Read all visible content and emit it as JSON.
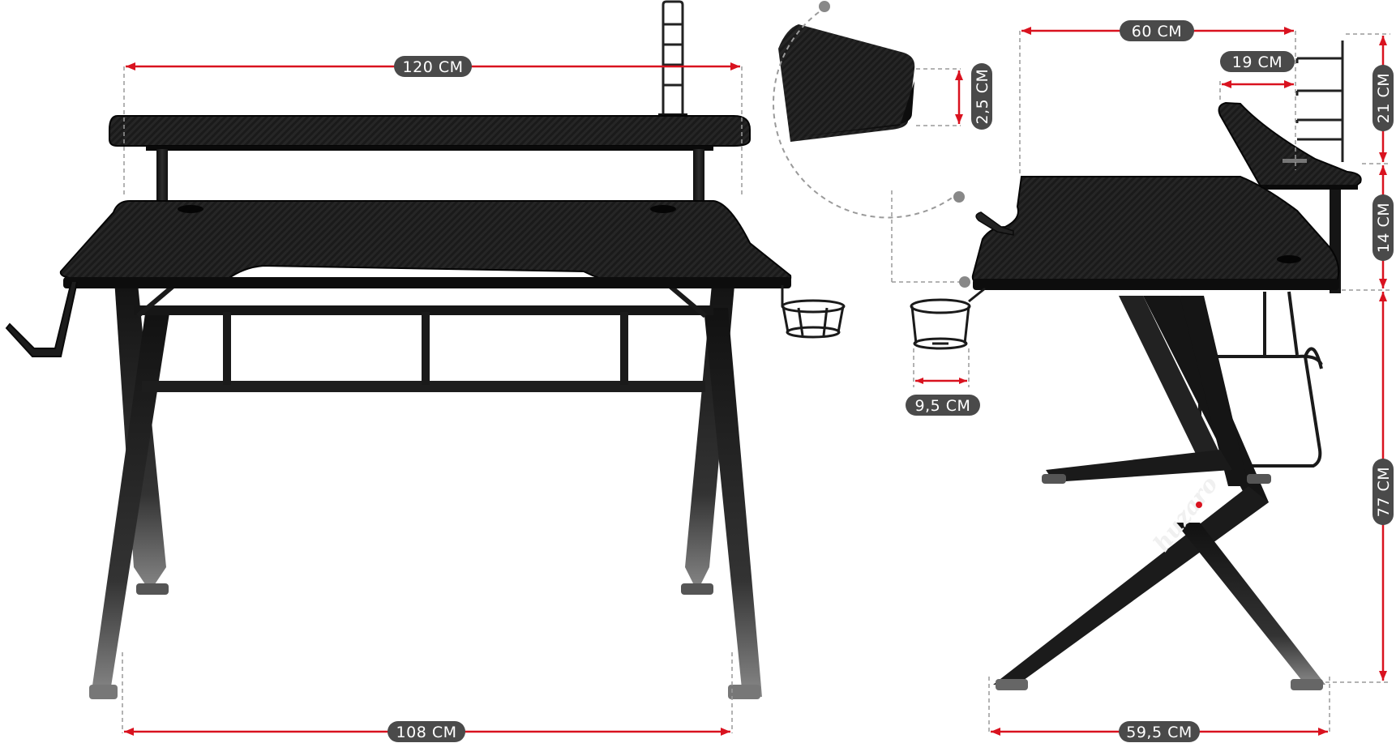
{
  "dimensions": {
    "top_shelf_width": "120 CM",
    "leg_span_width": "108 CM",
    "desk_depth": "60 CM",
    "shelf_depth": "19 CM",
    "headphone_stand_height": "21 CM",
    "shelf_height": "14 CM",
    "desk_height": "77 CM",
    "leg_depth": "59,5 CM",
    "cup_holder_diameter": "9,5 CM",
    "desktop_thickness": "2,5 CM"
  },
  "brand": "huzaro",
  "colors": {
    "dimension_line": "#d9121f",
    "badge": "#4a4a4a",
    "desk": "#141414",
    "frame": "#1c1c1c",
    "guide": "#9a9a9a"
  }
}
